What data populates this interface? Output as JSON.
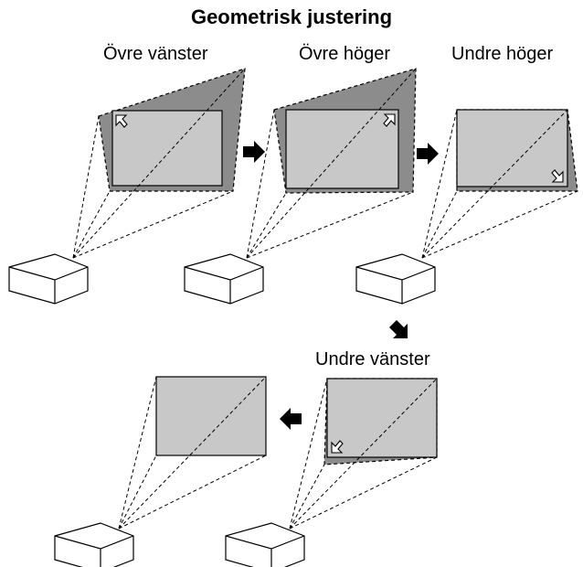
{
  "title": "Geometrisk justering",
  "steps": [
    {
      "label": "Övre vänster"
    },
    {
      "label": "Övre höger"
    },
    {
      "label": "Undre höger"
    },
    {
      "label": "Undre vänster"
    }
  ],
  "colors": {
    "keystone_shadow": "#8c8c8c",
    "screen_fill": "#c8c8c8",
    "line": "#000000"
  },
  "icons": [
    "projector-icon",
    "corner-arrow-icon",
    "step-arrow-icon"
  ]
}
